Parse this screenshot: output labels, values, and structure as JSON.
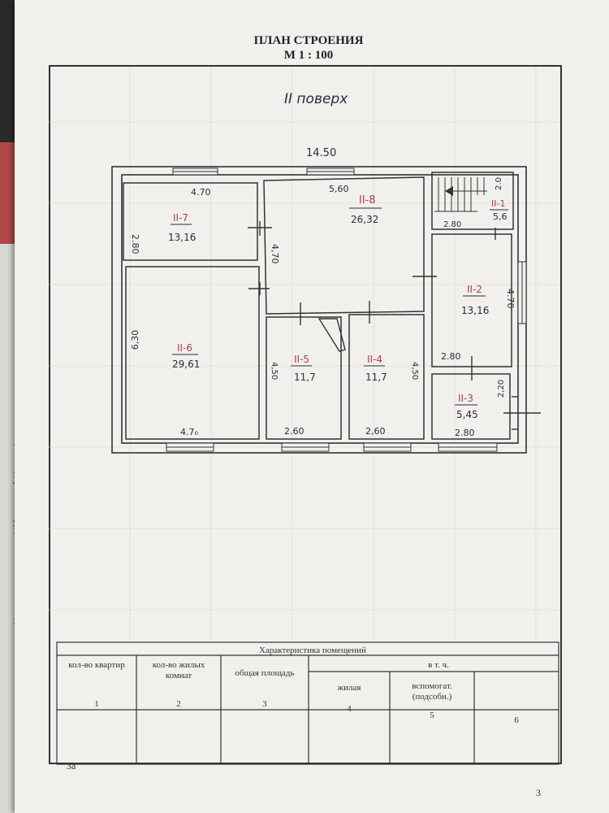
{
  "header": {
    "title": "ПЛАН СТРОЕНИЯ",
    "scale": "М 1 : 100"
  },
  "floor_label": "II поверх",
  "overall_width": "14.50",
  "rooms": [
    {
      "id": "II-7",
      "area": "13,16",
      "width": "4.70",
      "height": "2.80"
    },
    {
      "id": "II-8",
      "area": "26,32",
      "width": "5,60",
      "height": "4,70"
    },
    {
      "id": "II-1",
      "area": "5,6",
      "width": "2.80",
      "height": "2.0"
    },
    {
      "id": "II-2",
      "area": "13,16",
      "width": "2.80",
      "height": "4.70"
    },
    {
      "id": "II-6",
      "area": "29,61",
      "width": "4.7₀",
      "height": "6,30"
    },
    {
      "id": "II-5",
      "area": "11,7",
      "width": "2.60",
      "height": "4,50"
    },
    {
      "id": "II-4",
      "area": "11,7",
      "width": "2,60",
      "height": "4,50"
    },
    {
      "id": "II-3",
      "area": "5,45",
      "width": "2.80",
      "height": "2,20"
    }
  ],
  "table": {
    "title": "Характеристика помещений",
    "cols": [
      "кол-во квартир",
      "кол-во жилых комнат",
      "общая площадь",
      "в т. ч.",
      "жилая",
      "вспомогат. (подсобн.)"
    ],
    "nums": [
      "1",
      "2",
      "3",
      "4",
      "5",
      "6"
    ]
  },
  "page_labels": {
    "left": "3а",
    "right": "3"
  },
  "side_text": [
    "стачання",
    "б) господарські споруди:",
    "ння ділянки:"
  ]
}
